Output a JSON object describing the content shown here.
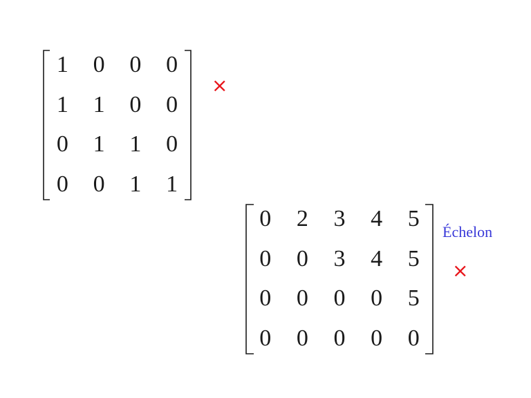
{
  "matrices": [
    {
      "id": "matrix-a",
      "rows": [
        [
          "1",
          "0",
          "0",
          "0"
        ],
        [
          "1",
          "1",
          "0",
          "0"
        ],
        [
          "0",
          "1",
          "1",
          "0"
        ],
        [
          "0",
          "0",
          "1",
          "1"
        ]
      ],
      "mark": "×"
    },
    {
      "id": "matrix-b",
      "rows": [
        [
          "0",
          "2",
          "3",
          "4",
          "5"
        ],
        [
          "0",
          "0",
          "3",
          "4",
          "5"
        ],
        [
          "0",
          "0",
          "0",
          "0",
          "5"
        ],
        [
          "0",
          "0",
          "0",
          "0",
          "0"
        ]
      ],
      "label": "Échelon",
      "mark": "×"
    }
  ],
  "colors": {
    "mark": "#e8141a",
    "label": "#3838d8",
    "text": "#1a1a1a"
  }
}
